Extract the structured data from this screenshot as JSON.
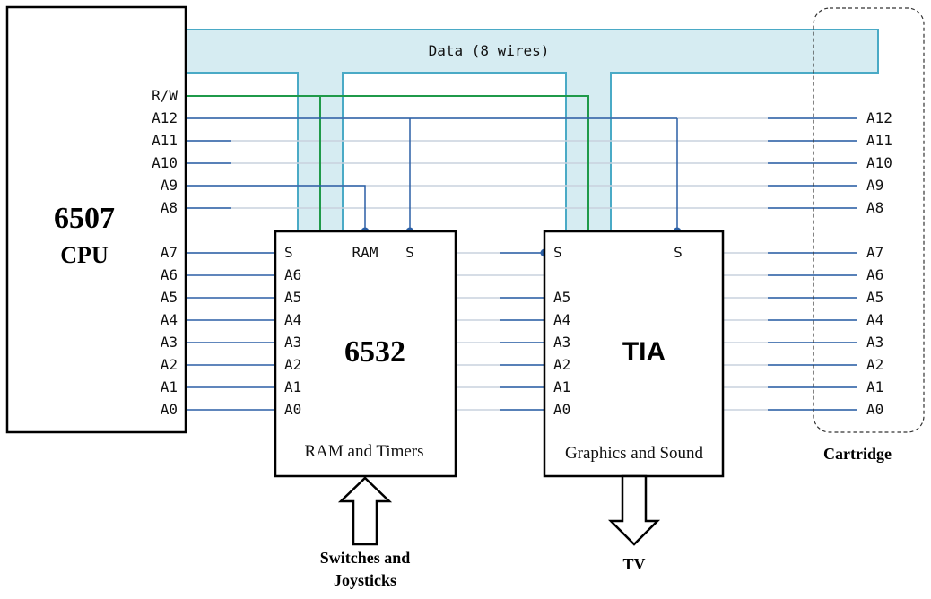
{
  "cpu": {
    "number": "6507",
    "label": "CPU",
    "pins": [
      "R/W",
      "A12",
      "A11",
      "A10",
      "A9",
      "A8",
      "A7",
      "A6",
      "A5",
      "A4",
      "A3",
      "A2",
      "A1",
      "A0"
    ]
  },
  "data_bus": {
    "label": "Data (8 wires)"
  },
  "riot": {
    "number": "6532",
    "subtitle": "RAM and Timers",
    "top_pins": [
      "S",
      "RAM",
      "S"
    ],
    "pins": [
      "A6",
      "A5",
      "A4",
      "A3",
      "A2",
      "A1",
      "A0"
    ]
  },
  "tia": {
    "number": "TIA",
    "subtitle": "Graphics and Sound",
    "top_pins": [
      "S",
      "S"
    ],
    "pins": [
      "A5",
      "A4",
      "A3",
      "A2",
      "A1",
      "A0"
    ]
  },
  "cartridge": {
    "label": "Cartridge",
    "pins": [
      "A12",
      "A11",
      "A10",
      "A9",
      "A8",
      "A7",
      "A6",
      "A5",
      "A4",
      "A3",
      "A2",
      "A1",
      "A0"
    ]
  },
  "inputs": {
    "label_line1": "Switches and",
    "label_line2": "Joysticks"
  },
  "output": {
    "label": "TV"
  },
  "colors": {
    "bus_fill": "#d6ecf2",
    "bus_stroke": "#4aaac6",
    "address": "#2b5fa5",
    "rw": "#1f9a4a",
    "faint": "#c8d2de"
  }
}
